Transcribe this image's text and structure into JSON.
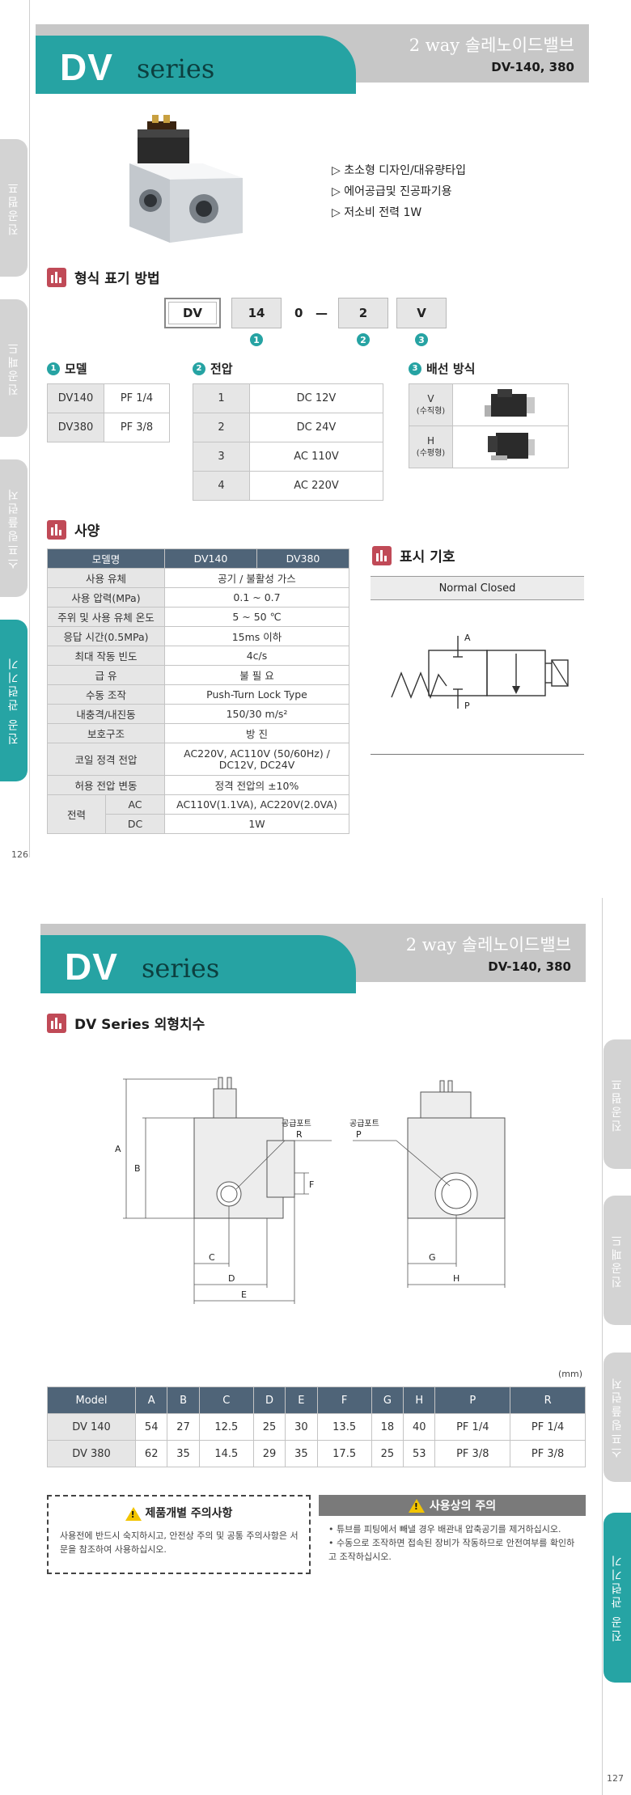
{
  "colors": {
    "teal": "#26a3a3",
    "grey_banner": "#c7c7c7",
    "table_header": "#4f6478",
    "icon_red": "#c04a57"
  },
  "side_tabs": [
    "진공펌프",
    "진공패드",
    "스프링플런저",
    "진공 관련기기"
  ],
  "page_numbers": {
    "left": "126",
    "right": "127"
  },
  "banner": {
    "dv": "DV",
    "series": "series",
    "subtitle": "2 way 솔레노이드밸브",
    "models": "DV-140, 380"
  },
  "features": [
    "▷ 초소형 디자인/대유량타입",
    "▷ 에어공급및 진공파기용",
    "▷ 저소비 전력 1W"
  ],
  "sections": {
    "code": "형식 표기 방법",
    "spec": "사양",
    "symbol": "표시 기호",
    "dimensions": "DV Series 외형치수"
  },
  "code": {
    "prefix": "DV",
    "model": "14",
    "zero": "0",
    "dash": "—",
    "voltage": "2",
    "wiring": "V",
    "marks": [
      "1",
      "2",
      "3"
    ]
  },
  "model_table": {
    "title": "모델",
    "mark": "1",
    "rows": [
      [
        "DV140",
        "PF 1/4"
      ],
      [
        "DV380",
        "PF 3/8"
      ]
    ]
  },
  "voltage_table": {
    "title": "전압",
    "mark": "2",
    "rows": [
      [
        "1",
        "DC 12V"
      ],
      [
        "2",
        "DC 24V"
      ],
      [
        "3",
        "AC 110V"
      ],
      [
        "4",
        "AC 220V"
      ]
    ]
  },
  "wiring_table": {
    "title": "배선 방식",
    "mark": "3",
    "rows": [
      [
        "V",
        "(수직형)"
      ],
      [
        "H",
        "(수평형)"
      ]
    ]
  },
  "spec_table": {
    "headers": [
      "모델명",
      "DV140",
      "DV380"
    ],
    "rows": [
      [
        "사용 유체",
        "공기 / 불활성 가스"
      ],
      [
        "사용 압력(MPa)",
        "0.1 ~ 0.7"
      ],
      [
        "주위 및 사용 유체 온도",
        "5 ~ 50 ℃"
      ],
      [
        "응답 시간(0.5MPa)",
        "15ms 이하"
      ],
      [
        "최대 작동 빈도",
        "4c/s"
      ],
      [
        "급 유",
        "불 필 요"
      ],
      [
        "수동 조작",
        "Push-Turn Lock Type"
      ],
      [
        "내충격/내진동",
        "150/30 m/s²"
      ],
      [
        "보호구조",
        "방 진"
      ],
      [
        "코일 정격 전압",
        "AC220V, AC110V (50/60Hz) / DC12V, DC24V"
      ],
      [
        "허용 전압 변동",
        "정격 전압의 ±10%"
      ]
    ],
    "power": {
      "label": "전력",
      "ac_label": "AC",
      "ac_value": "AC110V(1.1VA), AC220V(2.0VA)",
      "dc_label": "DC",
      "dc_value": "1W"
    }
  },
  "symbol": {
    "label": "Normal Closed",
    "port_a": "A",
    "port_p": "P"
  },
  "drawing": {
    "left_port_label": "공급포트",
    "left_port": "R",
    "right_port_label": "공급포트",
    "right_port": "P",
    "dims": [
      "A",
      "B",
      "C",
      "D",
      "E",
      "F",
      "G",
      "H"
    ]
  },
  "unit": "(mm)",
  "dim_table": {
    "headers": [
      "Model",
      "A",
      "B",
      "C",
      "D",
      "E",
      "F",
      "G",
      "H",
      "P",
      "R"
    ],
    "rows": [
      [
        "DV 140",
        "54",
        "27",
        "12.5",
        "25",
        "30",
        "13.5",
        "18",
        "40",
        "PF 1/4",
        "PF 1/4"
      ],
      [
        "DV 380",
        "62",
        "35",
        "14.5",
        "29",
        "35",
        "17.5",
        "25",
        "53",
        "PF 3/8",
        "PF 3/8"
      ]
    ]
  },
  "caution_left": {
    "title": "제품개별 주의사항",
    "body": "사용전에 반드시 숙지하시고, 안전상 주의 및 공통 주의사항은 서문을 참조하여 사용하십시오."
  },
  "caution_right": {
    "title": "사용상의 주의",
    "items": [
      "• 튜브를 피팅에서 빼낼 경우 배관내 압축공기를 제거하십시오.",
      "• 수동으로 조작하면 접속된 장비가 작동하므로 안전여부를 확인하고 조작하십시오."
    ]
  }
}
